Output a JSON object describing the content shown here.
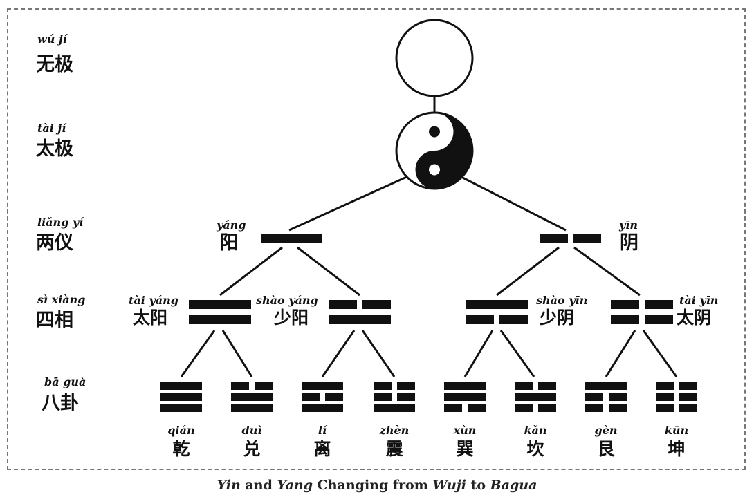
{
  "levels": [
    {
      "pinyin": "wú   jí",
      "hanzi": "无极"
    },
    {
      "pinyin": "tài   jí",
      "hanzi": "太极"
    },
    {
      "pinyin": "liǎng yí",
      "hanzi": "两仪"
    },
    {
      "pinyin": "sì xiàng",
      "hanzi": "四相"
    },
    {
      "pinyin": "bā guà",
      "hanzi": "八卦"
    }
  ],
  "liangyi": [
    {
      "pinyin": "yáng",
      "hanzi": "阳",
      "lines": "1"
    },
    {
      "pinyin": "yīn",
      "hanzi": "阴",
      "lines": "0"
    }
  ],
  "sixiang": [
    {
      "pinyin": "tài yáng",
      "hanzi": "太阳",
      "lines": "11"
    },
    {
      "pinyin": "shào yáng",
      "hanzi": "少阳",
      "lines": "01"
    },
    {
      "pinyin": "shào yīn",
      "hanzi": "少阴",
      "lines": "10"
    },
    {
      "pinyin": "tài yīn",
      "hanzi": "太阴",
      "lines": "00"
    }
  ],
  "bagua": [
    {
      "pinyin": "qián",
      "hanzi": "乾",
      "lines": "111"
    },
    {
      "pinyin": "duì",
      "hanzi": "兑",
      "lines": "011"
    },
    {
      "pinyin": "lí",
      "hanzi": "离",
      "lines": "101"
    },
    {
      "pinyin": "zhèn",
      "hanzi": "震",
      "lines": "001"
    },
    {
      "pinyin": "xùn",
      "hanzi": "巽",
      "lines": "110"
    },
    {
      "pinyin": "kǎn",
      "hanzi": "坎",
      "lines": "010"
    },
    {
      "pinyin": "gèn",
      "hanzi": "艮",
      "lines": "100"
    },
    {
      "pinyin": "kūn",
      "hanzi": "坤",
      "lines": "000"
    }
  ],
  "caption": {
    "yin": "Yin",
    "and1": " and ",
    "yang": "Yang",
    "changing": " Changing from ",
    "wuji": "Wuji",
    "to": " to ",
    "bagua": "Bagua"
  }
}
